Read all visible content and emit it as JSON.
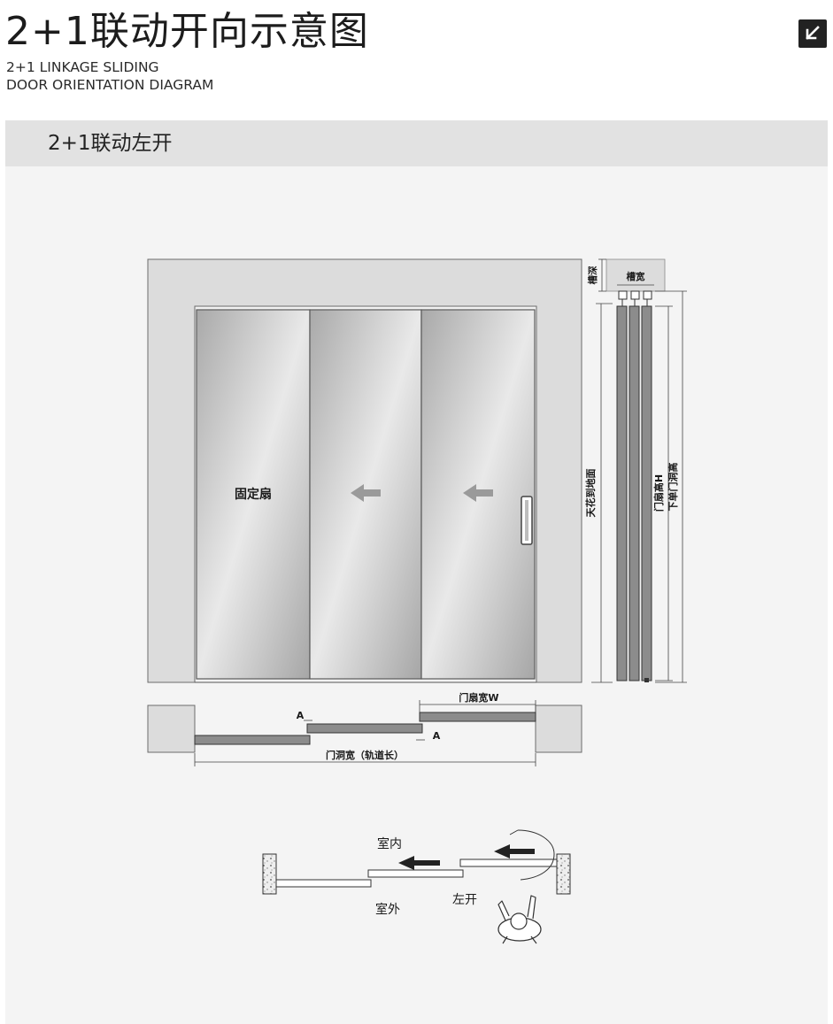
{
  "header": {
    "title_cn": "2+1联动开向示意图",
    "title_en_line1": "2+1 LINKAGE SLIDING",
    "title_en_line2": "DOOR ORIENTATION DIAGRAM",
    "corner_icon": "arrow-down-left-icon"
  },
  "section": {
    "title": "2+1联动左开"
  },
  "elevation": {
    "fixed_panel_label": "固定扇",
    "slot_depth_label": "槽深",
    "slot_width_label": "槽宽",
    "ceiling_to_floor_label": "天花到地面",
    "door_height_label": "门扇高H",
    "opening_height_label": "下单门洞高"
  },
  "plan": {
    "door_width_label": "门扇宽W",
    "overlap_a_top": "A",
    "overlap_a_bottom": "A",
    "opening_width_label": "门洞宽（轨道长）"
  },
  "orientation": {
    "indoor_label": "室内",
    "outdoor_label": "室外",
    "open_direction_label": "左开"
  },
  "colors": {
    "frame": "#dcdcdc",
    "panel_bg": "#f4f4f4",
    "section_bar": "#e2e2e2",
    "track_dark": "#8c8c8c",
    "arrow_gray": "#9a9a9a"
  }
}
